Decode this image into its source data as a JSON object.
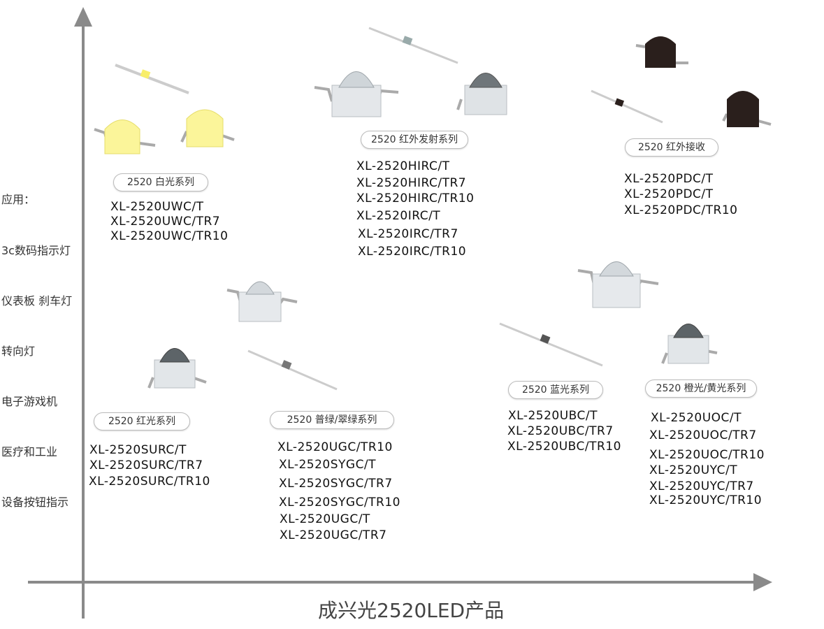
{
  "x_axis_title": "成兴光2520LED产品",
  "applications": {
    "heading": "应用：",
    "items": [
      "3c数码指示灯",
      "仪表板 刹车灯",
      "转向灯",
      "电子游戏机",
      "医疗和工业",
      "设备按钮指示"
    ]
  },
  "series": {
    "white": {
      "label": "2520 白光系列",
      "models": [
        "XL-2520UWC/T",
        "XL-2520UWC/TR7",
        "XL-2520UWC/TR10"
      ]
    },
    "ir_emit": {
      "label": "2520 红外发射系列",
      "models": [
        "XL-2520HIRC/T",
        "XL-2520HIRC/TR7",
        "XL-2520HIRC/TR10",
        "XL-2520IRC/T",
        "XL-2520IRC/TR7",
        "XL-2520IRC/TR10"
      ]
    },
    "ir_recv": {
      "label": "2520 红外接收",
      "models": [
        "XL-2520PDC/T",
        "XL-2520PDC/T",
        "XL-2520PDC/TR10"
      ]
    },
    "red": {
      "label": "2520 红光系列",
      "models": [
        "XL-2520SURC/T",
        "XL-2520SURC/TR7",
        "XL-2520SURC/TR10"
      ]
    },
    "green": {
      "label": "2520 普绿/翠绿系列",
      "models": [
        "XL-2520UGC/TR10",
        "XL-2520SYGC/T",
        "XL-2520SYGC/TR7",
        "XL-2520SYGC/TR10",
        "XL-2520UGC/T",
        "XL-2520UGC/TR7"
      ]
    },
    "blue": {
      "label": "2520 蓝光系列",
      "models": [
        "XL-2520UBC/T",
        "XL-2520UBC/TR7",
        "XL-2520UBC/TR10"
      ]
    },
    "orange": {
      "label": "2520 橙光/黄光系列",
      "models": [
        "XL-2520UOC/T",
        "XL-2520UOC/TR7",
        "XL-2520UOC/TR10",
        "XL-2520UYC/T",
        "XL-2520UYC/TR7",
        "XL-2520UYC/TR10"
      ]
    }
  },
  "colors": {
    "axis": "#8a8a8a",
    "white_led": "#fbf59a",
    "ir_receiver_body": "#2a1f1c",
    "clear_body": "#d9dde0"
  }
}
